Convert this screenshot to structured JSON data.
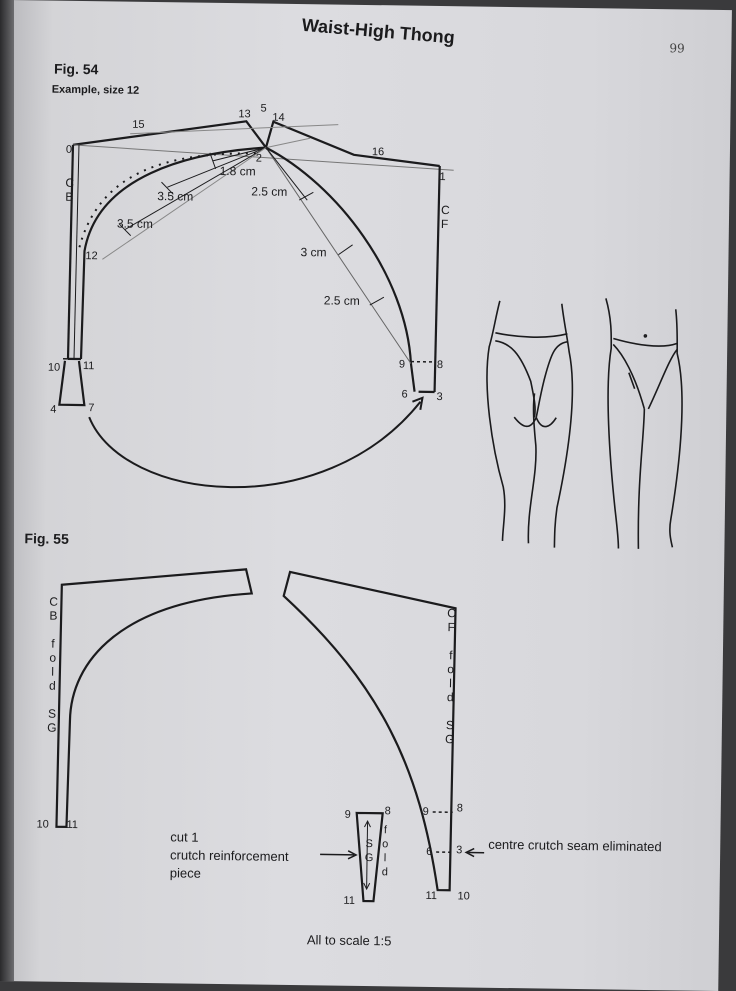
{
  "page": {
    "title": "Waist-High Thong",
    "page_number": "99"
  },
  "fig54": {
    "label": "Fig. 54",
    "subtitle": "Example, size 12",
    "points": {
      "p0": "0",
      "p1": "1",
      "p2": "2",
      "p3": "3",
      "p4": "4",
      "p5": "5",
      "p6": "6",
      "p7": "7",
      "p8": "8",
      "p9": "9",
      "p10": "10",
      "p11": "11",
      "p12": "12",
      "p13": "13",
      "p14": "14",
      "p15": "15",
      "p16": "16"
    },
    "measurements": {
      "m1_8": "1.8 cm",
      "m3_5a": "3.5 cm",
      "m3_5b": "3.5 cm",
      "m2_5a": "2.5 cm",
      "m3": "3 cm",
      "m2_5b": "2.5 cm"
    },
    "cb": [
      "C",
      "B"
    ],
    "cf": [
      "C",
      "F"
    ]
  },
  "fig55": {
    "label": "Fig. 55",
    "left_side": [
      "C",
      "B",
      "f",
      "o",
      "l",
      "d",
      "S",
      "G"
    ],
    "right_side": [
      "C",
      "F",
      "f",
      "o",
      "l",
      "d",
      "S",
      "G"
    ],
    "points": {
      "l10": "10",
      "l11": "11",
      "r9": "9",
      "r8": "8",
      "r6": "6",
      "r3": "3",
      "r11": "11",
      "r10": "10",
      "c9": "9",
      "c8": "8",
      "c11": "11"
    },
    "crutch_sg": [
      "S",
      "G"
    ],
    "crutch_fold": [
      "f",
      "o",
      "l",
      "d"
    ],
    "cut_note": [
      "cut 1",
      "crutch reinforcement",
      "piece"
    ],
    "seam_note": "centre crutch seam eliminated"
  },
  "footer": {
    "scale_note": "All to scale 1:5"
  }
}
